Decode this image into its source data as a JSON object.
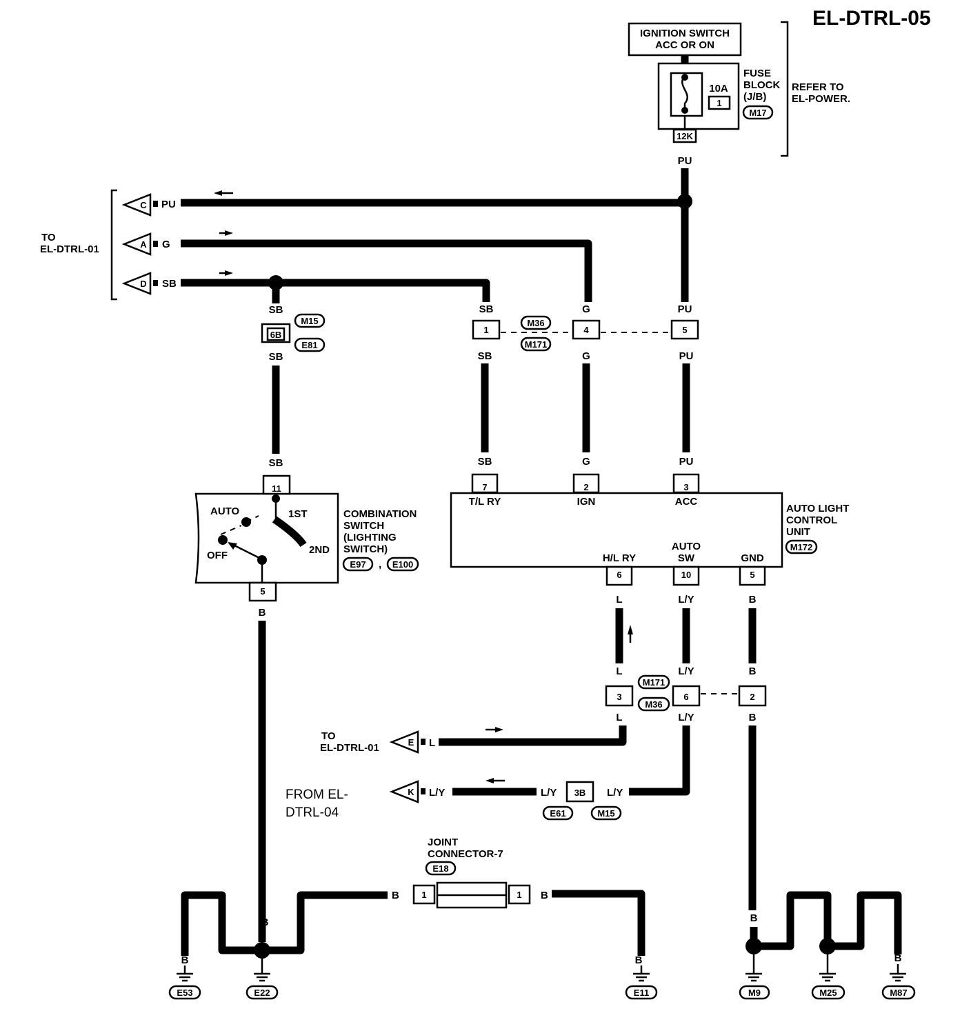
{
  "page_id": "EL-DTRL-05",
  "ignition": {
    "line1": "IGNITION SWITCH",
    "line2": "ACC OR ON"
  },
  "fuse": {
    "amp": "10A",
    "num": "1",
    "conn": "12K",
    "l1": "FUSE",
    "l2": "BLOCK",
    "l3": "(J/B)",
    "ref": "M17"
  },
  "refer": {
    "l1": "REFER TO",
    "l2": "EL-POWER."
  },
  "to_dtrl01_top": {
    "l1": "TO",
    "l2": "EL-DTRL-01"
  },
  "to_dtrl01_bot": {
    "l1": "TO",
    "l2": "EL-DTRL-01"
  },
  "from_dtrl04": {
    "l1": "FROM EL-",
    "l2": "DTRL-04"
  },
  "arrows": {
    "c": "C",
    "a": "A",
    "d": "D",
    "e": "E",
    "k": "K"
  },
  "colors": {
    "pu": "PU",
    "g": "G",
    "sb": "SB",
    "l": "L",
    "ly": "L/Y",
    "b": "B"
  },
  "conn": {
    "m15": "M15",
    "e81": "E81",
    "pin6b": "6B",
    "m36": "M36",
    "m171": "M171",
    "p1": "1",
    "p4": "4",
    "p5": "5",
    "p7": "7",
    "p2": "2",
    "p3": "3",
    "p11": "11",
    "p6": "6",
    "p10": "10",
    "p3b": "3B",
    "e61": "E61",
    "m15b": "M15"
  },
  "combo": {
    "auto": "AUTO",
    "first": "1ST",
    "second": "2ND",
    "off": "OFF",
    "l1": "COMBINATION",
    "l2": "SWITCH",
    "l3": "(LIGHTING",
    "l4": "SWITCH)",
    "c1": "E97",
    "sep": ",",
    "c2": "E100"
  },
  "unit": {
    "tl_ry": "T/L RY",
    "ign": "IGN",
    "acc": "ACC",
    "hl_ry": "H/L RY",
    "auto": "AUTO",
    "sw": "SW",
    "gnd": "GND",
    "l1": "AUTO LIGHT",
    "l2": "CONTROL",
    "l3": "UNIT",
    "ref": "M172"
  },
  "joint": {
    "l1": "JOINT",
    "l2": "CONNECTOR-7",
    "ref": "E18"
  },
  "grounds": {
    "e53": "E53",
    "e22": "E22",
    "e11": "E11",
    "m9": "M9",
    "m25": "M25",
    "m87": "M87"
  }
}
